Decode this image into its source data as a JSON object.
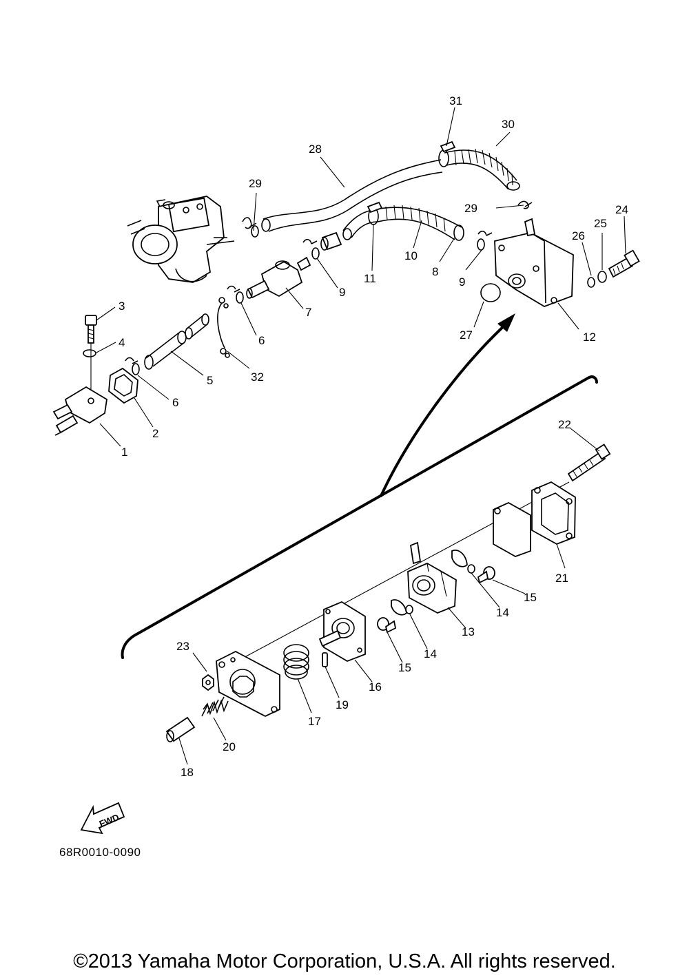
{
  "diagram": {
    "code": "68R0010-0090",
    "copyright": "©2013 Yamaha Motor Corporation, U.S.A. All rights reserved.",
    "fwd_label": "FWD",
    "callouts": [
      {
        "id": "1",
        "text": "1"
      },
      {
        "id": "2",
        "text": "2"
      },
      {
        "id": "3",
        "text": "3"
      },
      {
        "id": "4",
        "text": "4"
      },
      {
        "id": "5",
        "text": "5"
      },
      {
        "id": "6a",
        "text": "6"
      },
      {
        "id": "6b",
        "text": "6"
      },
      {
        "id": "7",
        "text": "7"
      },
      {
        "id": "8",
        "text": "8"
      },
      {
        "id": "9a",
        "text": "9"
      },
      {
        "id": "9b",
        "text": "9"
      },
      {
        "id": "10",
        "text": "10"
      },
      {
        "id": "11",
        "text": "11"
      },
      {
        "id": "12",
        "text": "12"
      },
      {
        "id": "13",
        "text": "13"
      },
      {
        "id": "14a",
        "text": "14"
      },
      {
        "id": "14b",
        "text": "14"
      },
      {
        "id": "15a",
        "text": "15"
      },
      {
        "id": "15b",
        "text": "15"
      },
      {
        "id": "16",
        "text": "16"
      },
      {
        "id": "17",
        "text": "17"
      },
      {
        "id": "18",
        "text": "18"
      },
      {
        "id": "19",
        "text": "19"
      },
      {
        "id": "20",
        "text": "20"
      },
      {
        "id": "21",
        "text": "21"
      },
      {
        "id": "22",
        "text": "22"
      },
      {
        "id": "23",
        "text": "23"
      },
      {
        "id": "24",
        "text": "24"
      },
      {
        "id": "25",
        "text": "25"
      },
      {
        "id": "26",
        "text": "26"
      },
      {
        "id": "27",
        "text": "27"
      },
      {
        "id": "28",
        "text": "28"
      },
      {
        "id": "29a",
        "text": "29"
      },
      {
        "id": "29b",
        "text": "29"
      },
      {
        "id": "30",
        "text": "30"
      },
      {
        "id": "31",
        "text": "31"
      },
      {
        "id": "32",
        "text": "32"
      }
    ]
  }
}
